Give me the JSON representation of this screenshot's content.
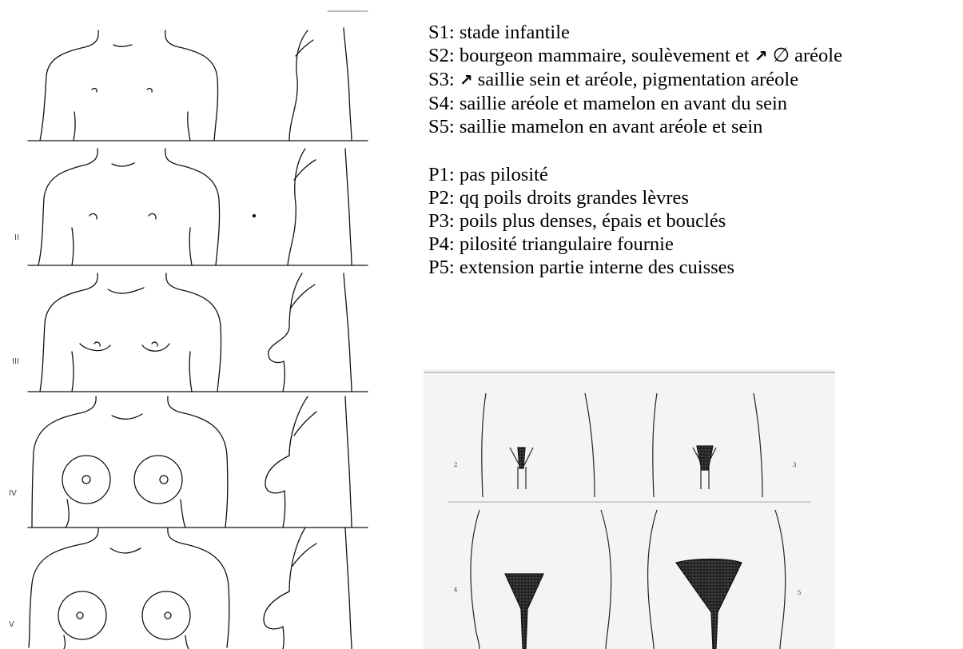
{
  "breast_stages": {
    "roman_labels": [
      "II",
      "III",
      "IV",
      "V"
    ]
  },
  "breast_legend": [
    {
      "code": "S1:",
      "text": " stade infantile"
    },
    {
      "code": "S2:",
      "pre": " bourgeon mammaire, soulèvement et ",
      "arrow": "↗",
      "post": " ∅ aréole"
    },
    {
      "code": "S3:",
      "pre": " ",
      "arrow": "↗",
      "post": " saillie sein et aréole, pigmentation aréole"
    },
    {
      "code": "S4:",
      "text": " saillie aréole et mamelon en avant du sein"
    },
    {
      "code": "S5:",
      "text": " saillie mamelon en avant aréole et sein"
    }
  ],
  "pubic_legend": [
    {
      "code": "P1:",
      "text": " pas pilosité"
    },
    {
      "code": "P2:",
      "text": " qq poils droits grandes lèvres"
    },
    {
      "code": "P3:",
      "text": " poils plus denses, épais et bouclés"
    },
    {
      "code": "P4:",
      "text": " pilosité triangulaire fournie"
    },
    {
      "code": "P5:",
      "text": " extension partie interne des cuisses"
    }
  ],
  "pubic_stages": {
    "panel_numbers": [
      "2",
      "3",
      "4",
      "5"
    ]
  }
}
